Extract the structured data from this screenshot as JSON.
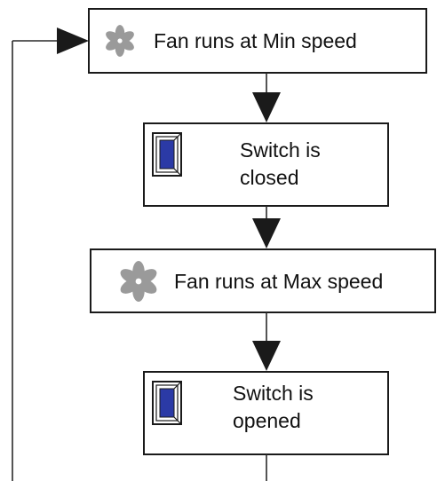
{
  "steps": [
    {
      "text": "Fan runs at Min speed",
      "icon": "fan-icon"
    },
    {
      "text_lines": [
        "Switch is",
        "closed"
      ],
      "icon": "switch-icon"
    },
    {
      "text": "Fan runs at Max speed",
      "icon": "fan-icon"
    },
    {
      "text_lines": [
        "Switch is",
        "opened"
      ],
      "icon": "switch-icon"
    }
  ],
  "colors": {
    "switch_blue": "#2b3aa6",
    "fan_gray": "#9a9a9a",
    "border": "#1a1a1a"
  }
}
